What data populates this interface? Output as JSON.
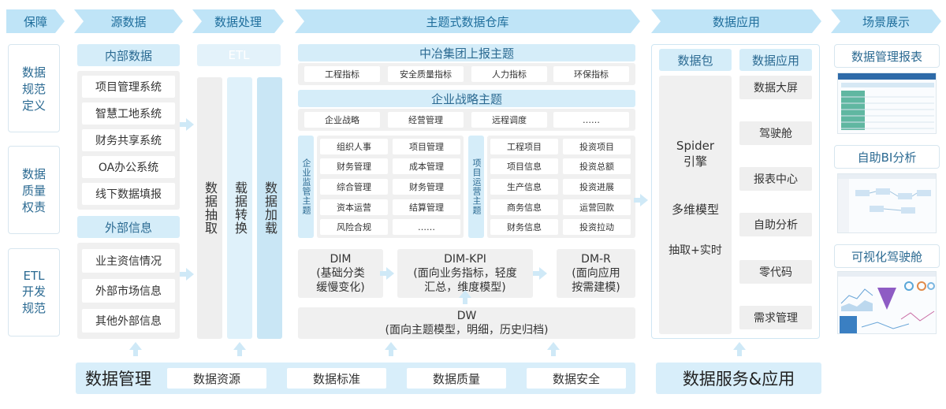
{
  "headers": {
    "guarantee": "保障",
    "source": "源数据",
    "processing": "数据处理",
    "warehouse": "主题式数据仓库",
    "application": "数据应用",
    "scene": "场景展示"
  },
  "guarantee": {
    "items": [
      "数据\n规范\n定义",
      "数据\n质量\n权责",
      "ETL\n开发\n规范"
    ]
  },
  "source": {
    "internal_title": "内部数据",
    "internal_items": [
      "项目管理系统",
      "智慧工地系统",
      "财务共享系统",
      "OA办公系统",
      "线下数据填报"
    ],
    "external_title": "外部信息",
    "external_items": [
      "业主资信情况",
      "外部市场信息",
      "其他外部信息"
    ]
  },
  "processing": {
    "etl": "ETL",
    "extract": "数据抽取",
    "transform": "载据转换",
    "load": "数据加载"
  },
  "warehouse": {
    "report_title": "中冶集团上报主题",
    "report_items": [
      "工程指标",
      "安全质量指标",
      "人力指标",
      "环保指标"
    ],
    "strategy_title": "企业战略主题",
    "strategy_items": [
      "企业战略",
      "经营管理",
      "远程调度",
      "……"
    ],
    "supervision_label": "企业监管主题",
    "supervision_left": [
      "组织人事",
      "财务管理",
      "综合管理",
      "资本运营",
      "风险合规"
    ],
    "supervision_right": [
      "项目管理",
      "成本管理",
      "财务管理",
      "结算管理",
      "……"
    ],
    "operation_label": "项目运营主题",
    "operation_left": [
      "工程项目",
      "项目信息",
      "生产信息",
      "商务信息",
      "财务信息"
    ],
    "operation_right": [
      "投资项目",
      "投资总额",
      "投资进展",
      "运营回款",
      "投资拉动"
    ],
    "dim": "DIM\n(基础分类\n缓慢变化)",
    "dim_kpi": "DIM-KPI\n(面向业务指标，轻度\n汇总，维度模型)",
    "dm_r": "DM-R\n(面向应用\n按需建模)",
    "dw": "DW\n(面向主题模型，明细，历史归档)"
  },
  "application": {
    "package_title": "数据包",
    "package_items": [
      "Spider\n引擎",
      "多维模型",
      "抽取+实时"
    ],
    "app_title": "数据应用",
    "app_items": [
      "数据大屏",
      "驾驶舱",
      "报表中心",
      "自助分析",
      "零代码",
      "需求管理"
    ]
  },
  "scene": {
    "items": [
      "数据管理报表",
      "自助BI分析",
      "可视化驾驶舱"
    ]
  },
  "bottom": {
    "management_title": "数据管理",
    "management_items": [
      "数据资源",
      "数据标准",
      "数据质量",
      "数据安全"
    ],
    "service_title": "数据服务&应用"
  },
  "colors": {
    "header_bg": "#bfe4f7",
    "label_bg": "#d5edf9",
    "panel_gray": "#f0f0f0",
    "accent_text": "#2b6a92"
  }
}
